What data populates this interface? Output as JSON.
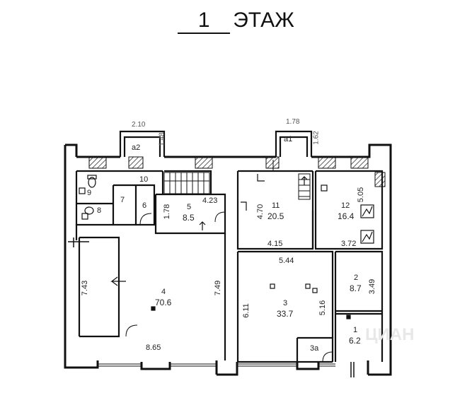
{
  "header": {
    "floor_number": "1",
    "floor_label": "ЭТАЖ"
  },
  "rooms": {
    "r1": {
      "num": "1",
      "area": "6.2"
    },
    "r2": {
      "num": "2",
      "area": "8.7"
    },
    "r3": {
      "num": "3",
      "area": "33.7"
    },
    "r4": {
      "num": "4",
      "area": "70.6"
    },
    "r5": {
      "num": "5",
      "area": "8.5"
    },
    "r6": {
      "num": "6"
    },
    "r7": {
      "num": "7"
    },
    "r8": {
      "num": "8"
    },
    "r9": {
      "num": "9"
    },
    "r10": {
      "num": "10"
    },
    "r11": {
      "num": "11",
      "area": "20.5"
    },
    "r12": {
      "num": "12",
      "area": "16.4"
    },
    "a1": {
      "num": "a1"
    },
    "a2": {
      "num": "a2"
    },
    "r3a": {
      "num": "3a"
    }
  },
  "dimensions": {
    "d_210": "2.10",
    "d_148": "1.48",
    "d_178_top": "1.78",
    "d_162": "1.62",
    "d_505": "5.05",
    "d_178_r5": "1.78",
    "d_423": "4.23",
    "d_470": "4.70",
    "d_415": "4.15",
    "d_372": "3.72",
    "d_544": "5.44",
    "d_743": "7.43",
    "d_749": "7.49",
    "d_611": "6.11",
    "d_516": "5.16",
    "d_349": "3.49",
    "d_865": "8.65"
  },
  "watermark": "ЦИАН"
}
